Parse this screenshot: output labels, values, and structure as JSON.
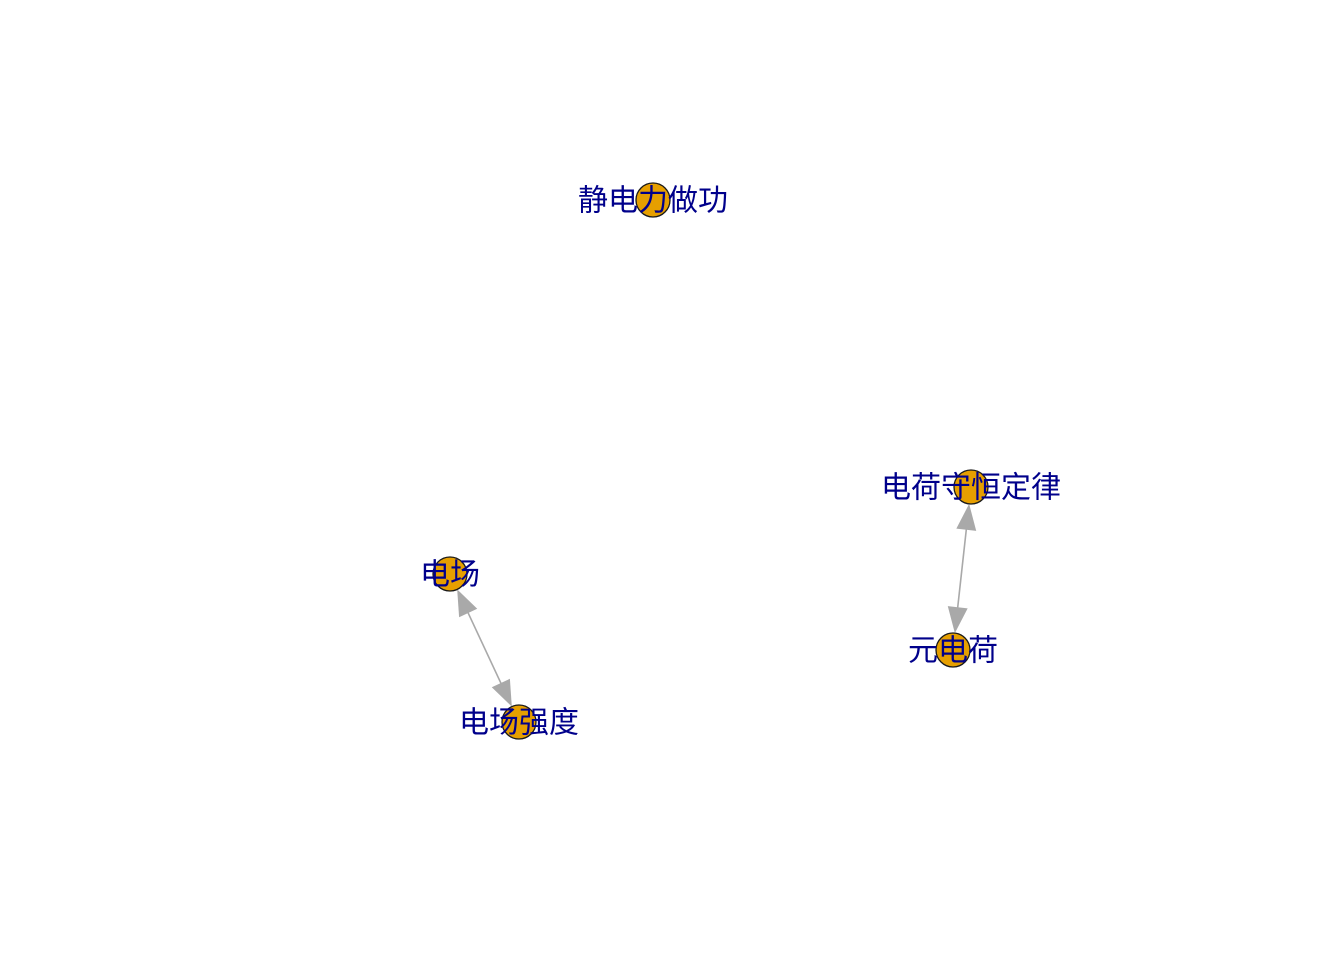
{
  "diagram": {
    "type": "network-graph",
    "colors": {
      "node_fill": "#E69F00",
      "node_stroke": "#1a1a1a",
      "edge": "#A9A9A9",
      "label": "#00008B",
      "background": "#FFFFFF"
    },
    "nodes": [
      {
        "id": "n1",
        "label": "静电力做功"
      },
      {
        "id": "n2",
        "label": "电荷守恒定律"
      },
      {
        "id": "n3",
        "label": "电场"
      },
      {
        "id": "n4",
        "label": "元电荷"
      },
      {
        "id": "n5",
        "label": "电场强度"
      }
    ],
    "edges": [
      {
        "from": "n3",
        "to": "n5",
        "directed": "both"
      },
      {
        "from": "n2",
        "to": "n4",
        "directed": "both"
      }
    ]
  }
}
